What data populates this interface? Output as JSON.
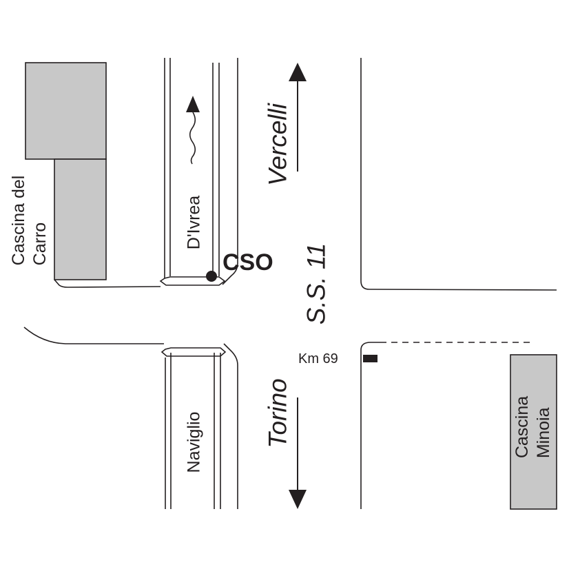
{
  "map": {
    "labels": {
      "cascina_del_carro": [
        "Cascina del",
        "Carro"
      ],
      "cascina_minoia": [
        "Cascina",
        "Minoia"
      ],
      "canal_north": "D'Ivrea",
      "canal_south": "Naviglio",
      "site": "CSO",
      "road": "S.S. 11",
      "direction_north": "Vercelli",
      "direction_south": "Torino",
      "kilometer_marker": "Km 69"
    },
    "colors": {
      "ink": "#231f20",
      "building_fill": "#c8c8c8",
      "background": "#ffffff"
    },
    "icons": [
      "water-flow-arrow-icon",
      "north-arrow-icon",
      "south-arrow-icon",
      "site-dot-icon",
      "km-marker-icon"
    ]
  }
}
